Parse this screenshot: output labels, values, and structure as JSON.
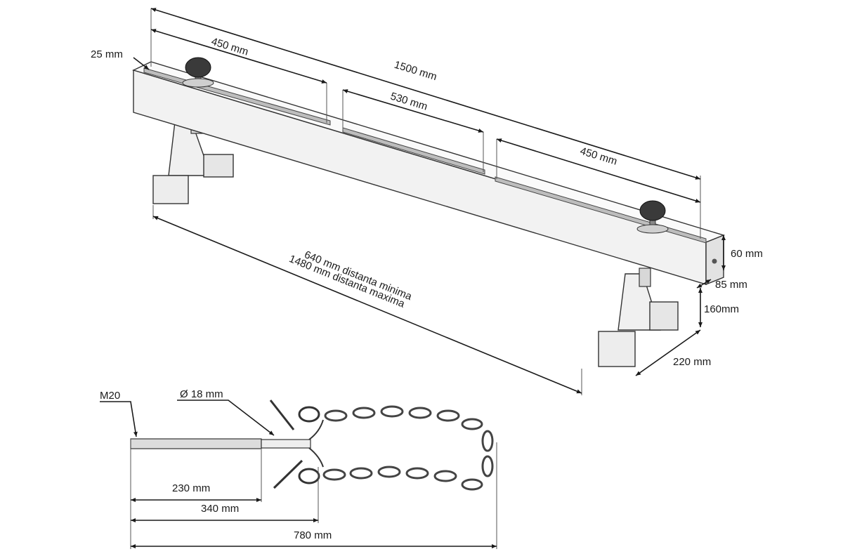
{
  "beam_assembly": {
    "dimensions": {
      "slot_width": "25 mm",
      "slot_left": "450 mm",
      "total_length": "1500 mm",
      "slot_middle": "530 mm",
      "slot_right": "450 mm",
      "beam_height": "60 mm",
      "beam_width": "85 mm",
      "stand_height": "160mm",
      "stand_depth": "220 mm",
      "distance_min": "640 mm distanta minima",
      "distance_max": "1480 mm distanta maxima"
    }
  },
  "hook_assembly": {
    "dimensions": {
      "thread": "M20",
      "diameter": "Ø 18 mm",
      "thread_length": "230 mm",
      "rod_length": "340 mm",
      "total_length": "780 mm"
    }
  },
  "colors": {
    "line": "#1a1a1a",
    "beam_fill": "#f4f4f4",
    "beam_shade": "#e2e2e2",
    "knob": "#3a3a3a"
  }
}
